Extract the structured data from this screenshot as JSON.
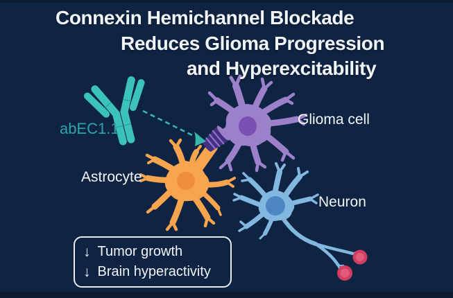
{
  "title": {
    "lines": [
      "Connexin Hemichannel Blockade",
      "Reduces Glioma Progression",
      "and Hyperexcitability"
    ]
  },
  "antibody": {
    "label": "abEC1.1"
  },
  "cell_labels": {
    "glioma": "Glioma cell",
    "astrocyte": "Astrocyte",
    "neuron": "Neuron"
  },
  "effects_box": {
    "items": [
      {
        "icon": "down-arrow-icon",
        "glyph": "↓",
        "text": "Tumor growth"
      },
      {
        "icon": "down-arrow-icon",
        "glyph": "↓",
        "text": "Brain hyperactivity"
      }
    ]
  },
  "icons": [
    "antibody-icon",
    "dashed-inhibition-arrow-icon",
    "hemichannel-junction-icon",
    "down-arrow-icon"
  ],
  "colors": {
    "background": "#0f2342",
    "title_text": "#f2f5f8",
    "antibody_teal": "#3bc3ba",
    "antibody_label": "#2fa3ad",
    "arrow_teal": "#38b6ae",
    "astrocyte_orange": "#f7a44f",
    "astrocyte_nucleus": "#ee8e3c",
    "glioma_purple": "#9d80ca",
    "glioma_nucleus": "#7a50b2",
    "hemichannel_purple": "#443083",
    "hemichannel_ridge": "#8e76c7",
    "neuron_blue": "#82b7e0",
    "neuron_nucleus": "#4c86c5",
    "synapse_pink_outer": "#d23d62",
    "synapse_pink_inner": "#e25b7d",
    "box_border": "#e9edf2"
  }
}
